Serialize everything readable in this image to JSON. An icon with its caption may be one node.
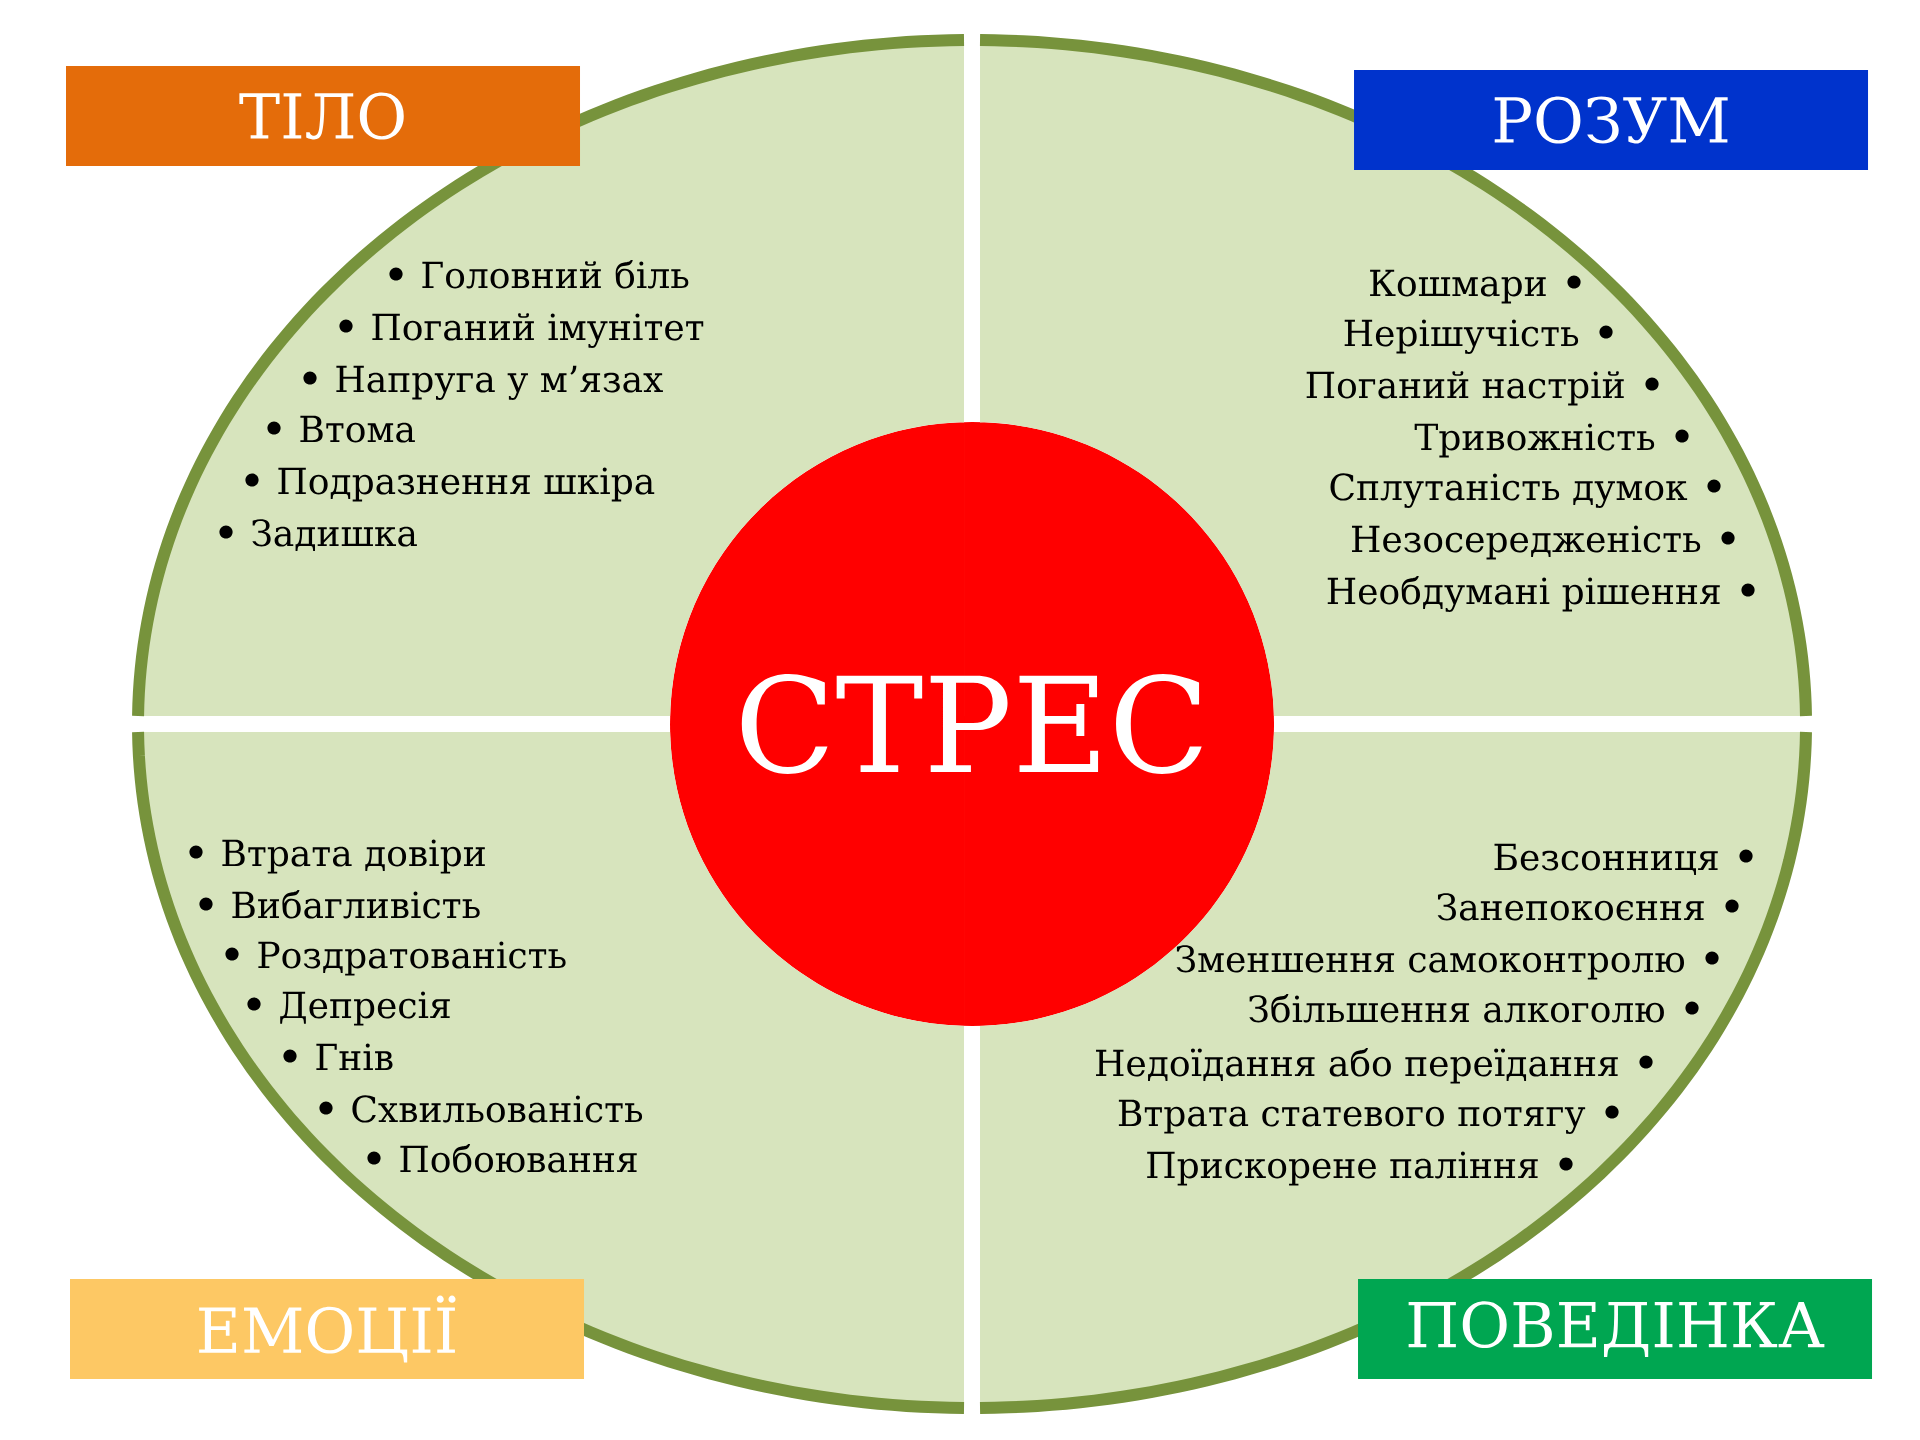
{
  "diagram": {
    "nodes": [
      {
        "text": [
          "ТІЛО"
        ]
      },
      {
        "text": [
          "РОЗУМ"
        ]
      },
      {
        "text": [
          "Головний біль",
          "Поганий імунітет",
          "Напруга у м’язах",
          "Втома",
          "Подразнення шкіра",
          "Задишка"
        ]
      },
      {
        "text": [
          "Кошмари",
          "Нерішучість",
          "Поганий настрій",
          "Тривожність",
          "Сплутаність думок",
          "Незосередженість",
          "Необдумані рішення"
        ]
      },
      {
        "text": [
          "СТРЕС"
        ]
      },
      {
        "text": [
          "Втрата довіри",
          "Вибагливість",
          "Роздратованість",
          "Депресія",
          "Гнів",
          "Схвильованість",
          "Побоювання"
        ]
      },
      {
        "text": [
          "Безсонниця",
          "Занепокоєння",
          "Зменшення самоконтролю",
          "Збільшення алкоголю",
          "Недоїдання або переїдання",
          "Втрата статевого потягу",
          "Прискорене паління"
        ]
      },
      {
        "text": [
          "ЕМОЦІЇ"
        ]
      },
      {
        "text": [
          "ПОВЕДІНКА"
        ]
      }
    ]
  }
}
